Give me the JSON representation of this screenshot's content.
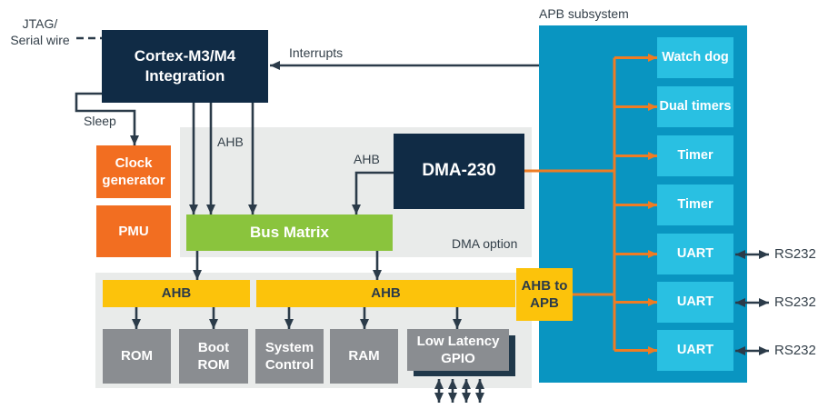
{
  "colors": {
    "navy": "#102b45",
    "orange": "#f26e21",
    "green": "#8ac43d",
    "yellow": "#fcc30b",
    "box-gray": "#8a8d91",
    "region-gray": "#e9ebea",
    "teal": "#0995c1",
    "cyan": "#29c0e2",
    "line-dark": "#2b3b49",
    "line-orange": "#ee7c23",
    "text-dark": "#333f49",
    "shadow-navy": "#20384a"
  },
  "labels": {
    "jtag": "JTAG/\nSerial wire",
    "sleep": "Sleep",
    "interrupts": "Interrupts",
    "ahb_cpu": "AHB",
    "ahb_dma": "AHB",
    "dma_option": "DMA option",
    "apb_subsystem": "APB subsystem"
  },
  "blocks": {
    "cortex": "Cortex-M3/M4\nIntegration",
    "clock_generator": "Clock\ngenerator",
    "pmu": "PMU",
    "dma": "DMA-230",
    "bus_matrix": "Bus Matrix",
    "ahb_bar_left": "AHB",
    "ahb_bar_right": "AHB",
    "ahb_to_apb": "AHB to\nAPB",
    "rom": "ROM",
    "boot_rom": "Boot\nROM",
    "system_control": "System\nControl",
    "ram": "RAM",
    "low_latency_gpio": "Low Latency\nGPIO"
  },
  "apb": {
    "peripherals": [
      "Watch dog",
      "Dual timers",
      "Timer",
      "Timer",
      "UART",
      "UART",
      "UART"
    ]
  },
  "rs232_labels": [
    "RS232",
    "RS232",
    "RS232"
  ]
}
